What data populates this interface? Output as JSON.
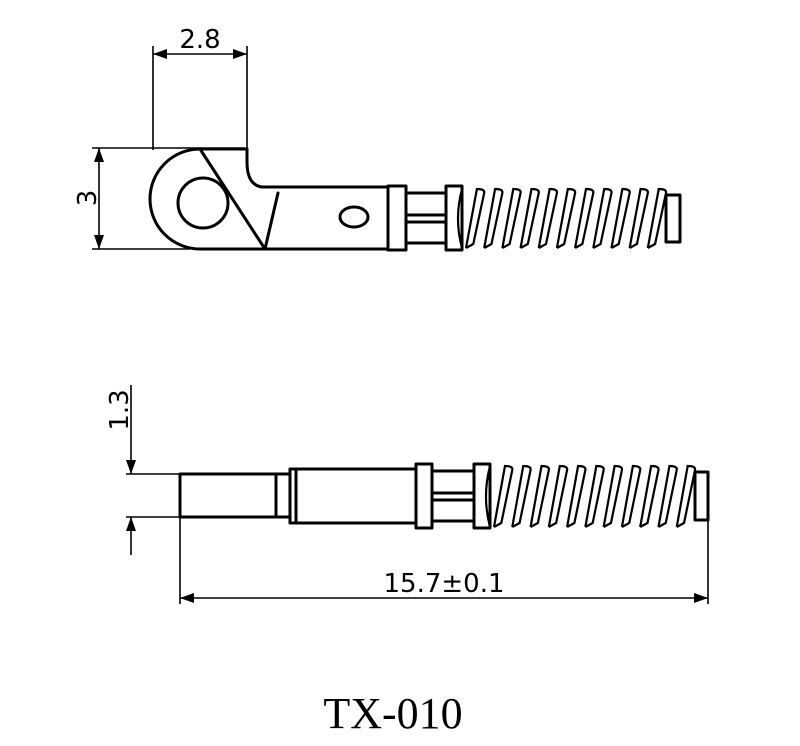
{
  "top_view": {
    "width_dim": "2.8",
    "height_dim": "3"
  },
  "side_view": {
    "diameter_dim": "1.3",
    "length_dim": "15.7±0.1"
  },
  "part_number": "TX-010"
}
